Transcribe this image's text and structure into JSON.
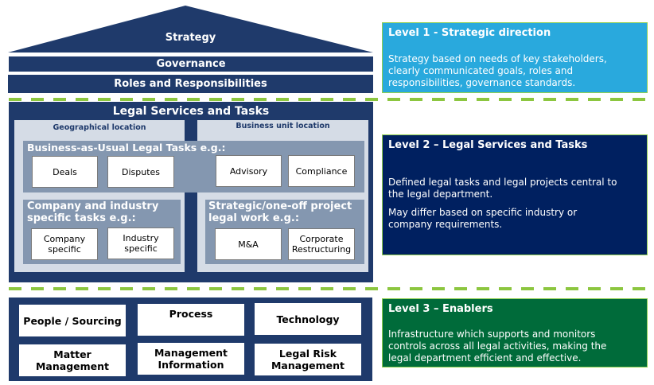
{
  "house": {
    "roof_label": "Strategy",
    "governance_label": "Governance",
    "roles_label": "Roles and Responsibilities",
    "legal_services": {
      "title": "Legal Services and Tasks",
      "left_location": "Geographical location",
      "right_location": "Business unit location",
      "bau": {
        "title": "Business-as-Usual Legal Tasks e.g.:",
        "items": [
          "Deals",
          "Disputes",
          "Advisory",
          "Compliance"
        ]
      },
      "company_industry": {
        "title_lines": [
          "Company and industry",
          "specific tasks e.g.:"
        ],
        "items": [
          {
            "lines": [
              "Company",
              "specific"
            ]
          },
          {
            "lines": [
              "Industry",
              "specific"
            ]
          }
        ]
      },
      "strategic": {
        "title_lines": [
          "Strategic/one-off project",
          "legal work e.g.:"
        ],
        "items": [
          {
            "lines": [
              "M&A"
            ]
          },
          {
            "lines": [
              "Corporate",
              "Restructuring"
            ]
          }
        ]
      }
    },
    "enablers": [
      {
        "lines": [
          "People / Sourcing"
        ]
      },
      {
        "lines": [
          "Process"
        ]
      },
      {
        "lines": [
          "Technology"
        ]
      },
      {
        "lines": [
          "Matter",
          "Management"
        ]
      },
      {
        "lines": [
          "Management",
          "Information"
        ]
      },
      {
        "lines": [
          "Legal Risk",
          "Management"
        ]
      }
    ]
  },
  "levels": [
    {
      "title": "Level 1 - Strategic direction",
      "color": "#29a9dd",
      "text_lines": [
        "Strategy based on needs of key stakeholders,",
        "clearly communicated goals, roles and",
        "responsibilities, governance standards."
      ]
    },
    {
      "title": "Level 2 – Legal Services and Tasks",
      "color": "#002060",
      "text_lines": [
        "Defined legal tasks and legal projects central to",
        "the legal department.",
        "",
        "May differ based on specific industry or",
        "company requirements."
      ]
    },
    {
      "title": "Level 3 – Enablers",
      "color": "#006b3a",
      "text_lines": [
        "Infrastructure which supports and monitors",
        "controls across all legal activities, making the",
        "legal department efficient and effective."
      ]
    }
  ],
  "colors": {
    "navy": "#1f3a6b",
    "light_panel": "#d5dce6",
    "medium_panel": "#8497b0",
    "dash_green": "#8cc63f",
    "level_border": "#92d050"
  }
}
